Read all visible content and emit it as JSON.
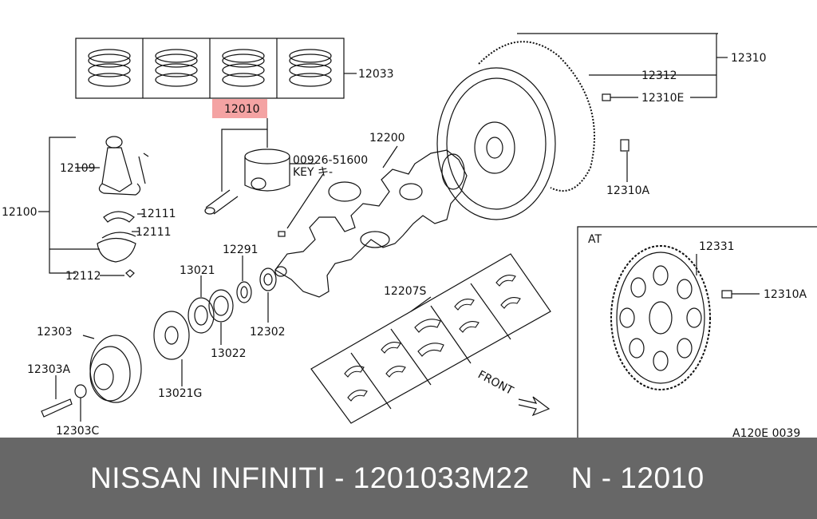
{
  "diagram": {
    "labels": {
      "p12033": "12033",
      "p12010": "12010",
      "p00926": "00926-51600",
      "key": "KEY キ-",
      "p12109": "12109",
      "p12100": "12100",
      "p12111a": "12111",
      "p12111b": "12111",
      "p12112": "12112",
      "p12200": "12200",
      "p12310": "12310",
      "p12312": "12312",
      "p12310E": "12310E",
      "p12310A": "12310A",
      "p12291": "12291",
      "p13021": "13021",
      "p12302": "12302",
      "p13022": "13022",
      "p12303": "12303",
      "p12303A": "12303A",
      "p12303C": "12303C",
      "p13021G": "13021G",
      "p12207S": "12207S",
      "front": "FRONT",
      "at": "AT",
      "p12331": "12331",
      "p12310A_at": "12310A",
      "ref": "A120E 0039"
    },
    "highlight_color": "#f4a3a3"
  },
  "footer": {
    "brand": "NISSAN  INFINITI - 1201033M22",
    "part": "N - 12010"
  }
}
